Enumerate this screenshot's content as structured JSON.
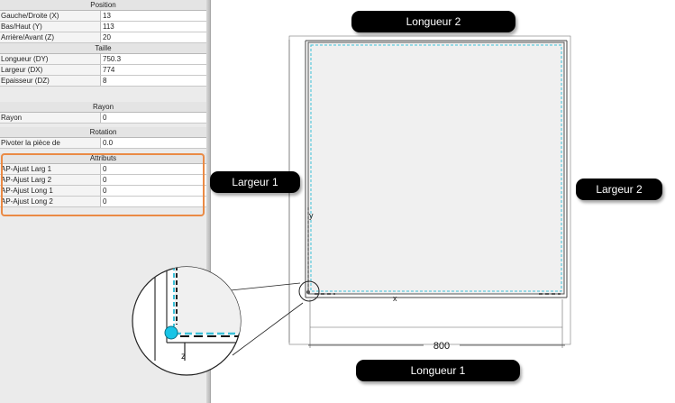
{
  "panel": {
    "sections": {
      "position": "Position",
      "taille": "Taille",
      "rayon": "Rayon",
      "rotation": "Rotation",
      "attributs": "Attributs"
    },
    "rows": [
      {
        "label": "Gauche/Droite (X)",
        "value": "13"
      },
      {
        "label": "Bas/Haut (Y)",
        "value": "113"
      },
      {
        "label": "Arrière/Avant (Z)",
        "value": "20"
      },
      {
        "label": "Longueur (DY)",
        "value": "750.3"
      },
      {
        "label": "Largeur (DX)",
        "value": "774"
      },
      {
        "label": "Epaisseur (DZ)",
        "value": "8"
      },
      {
        "label": "Rayon",
        "value": "0"
      },
      {
        "label": "Pivoter la pièce de",
        "value": "0.0"
      },
      {
        "label": "AP-Ajust Larg 1",
        "value": "0"
      },
      {
        "label": "AP-Ajust Larg 2",
        "value": "0"
      },
      {
        "label": "AP-Ajust Long 1",
        "value": "0"
      },
      {
        "label": "AP-Ajust Long 2",
        "value": "0"
      }
    ]
  },
  "callouts": {
    "top": "Longueur 2",
    "bottom": "Longueur 1",
    "left": "Largeur 1",
    "right": "Largeur 2"
  },
  "drawing": {
    "dimension_value": "800",
    "axis_y": "y",
    "axis_x": "x",
    "axis_z": "z",
    "colors": {
      "highlight": "#ea8a45",
      "edge_dash": "#3cc0d8",
      "origin_dot": "#17c4e6",
      "panel_fill": "#f0f0f0"
    }
  }
}
